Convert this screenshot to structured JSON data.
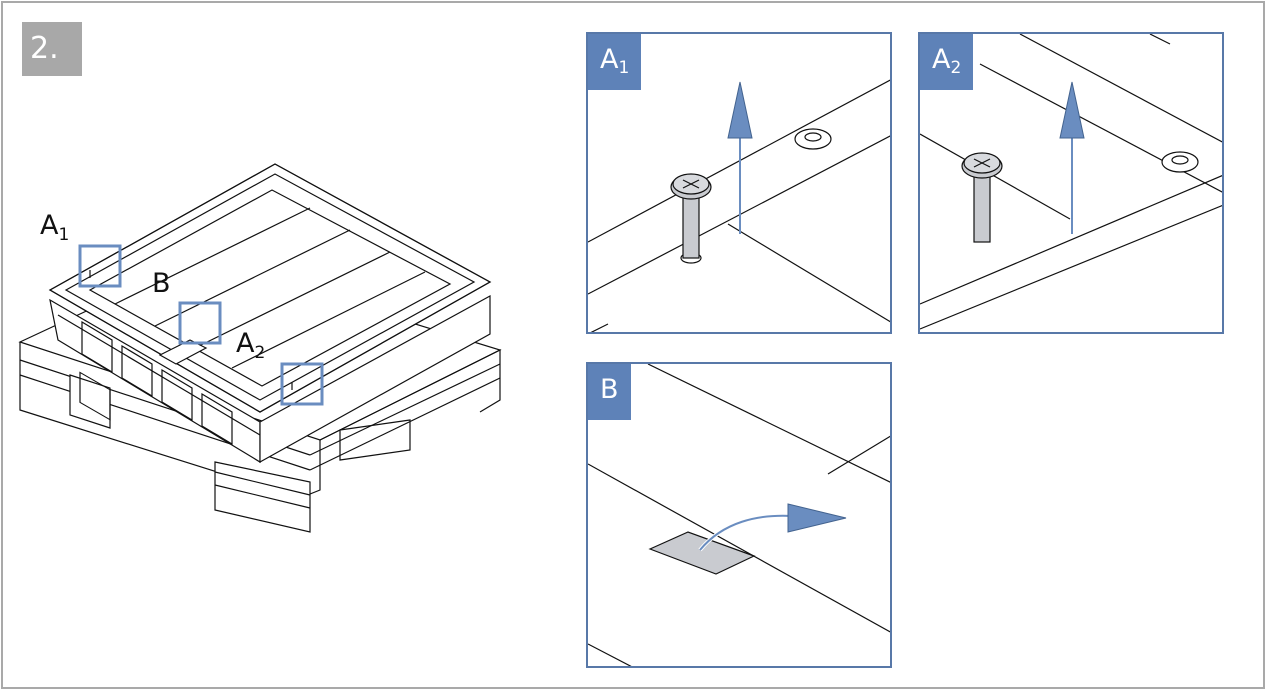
{
  "step": {
    "number": "2."
  },
  "overview": {
    "label_a1_main": "A",
    "label_a1_sub": "1",
    "label_b": "B",
    "label_a2_main": "A",
    "label_a2_sub": "2"
  },
  "panels": {
    "a1": {
      "tag_main": "A",
      "tag_sub": "1"
    },
    "a2": {
      "tag_main": "A",
      "tag_sub": "2"
    },
    "b": {
      "tag_main": "B"
    }
  },
  "colors": {
    "accent": "#5e82b8",
    "frame": "#a9a9a9",
    "step_bg": "#a8a8a8",
    "arrow": "#6a8dc0"
  }
}
